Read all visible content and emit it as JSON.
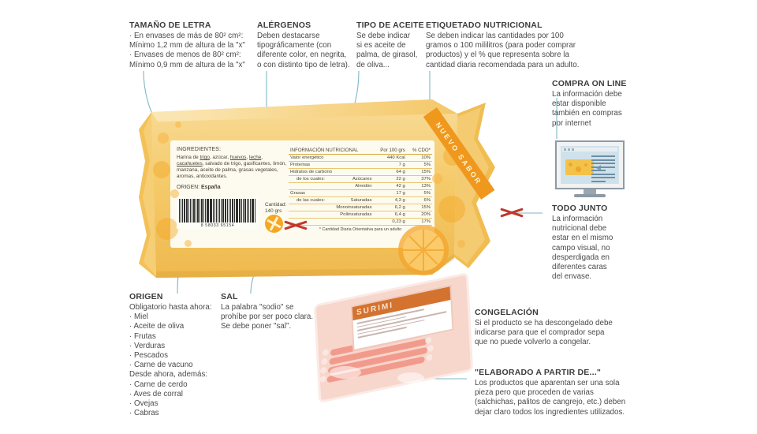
{
  "notes": {
    "tamano_letra": {
      "title": "TAMAÑO DE LETRA",
      "lines": [
        "· En envases de más de 80² cm²:",
        "  Mínimo 1,2 mm de altura de la \"x\"",
        "· Envases de menos de 80² cm²:",
        "  Mínimo 0,9 mm de altura de la \"x\""
      ]
    },
    "alergenos": {
      "title": "ALÉRGENOS",
      "lines": [
        "Deben destacarse",
        "tipográficamente (con",
        "diferente color, en negrita,",
        "o con distinto tipo de letra)."
      ]
    },
    "tipo_aceite": {
      "title": "TIPO DE ACEITE",
      "lines": [
        "Se debe indicar",
        "si es aceite de",
        "palma, de girasol,",
        "de oliva..."
      ]
    },
    "etiquetado_nutricional": {
      "title": "ETIQUETADO NUTRICIONAL",
      "lines": [
        "Se deben indicar las cantidades por 100",
        "gramos o 100 mililitros (para poder comprar",
        "productos) y el % que representa sobre la",
        "cantidad diaria recomendada para un adulto."
      ]
    },
    "compra_on_line": {
      "title": "COMPRA ON LINE",
      "lines": [
        "La información debe",
        "estar disponible",
        "también en compras",
        "por internet"
      ]
    },
    "todo_junto": {
      "title": "TODO JUNTO",
      "lines": [
        "La información",
        "nutricional debe",
        "estar en el mismo",
        "campo visual, no",
        "desperdigada en",
        "diferentes caras",
        "del envase."
      ]
    },
    "origen": {
      "title": "ORIGEN",
      "lines": [
        "Obligatorio hasta ahora:",
        "· Miel",
        "· Aceite de oliva",
        "· Frutas",
        "· Verduras",
        "· Pescados",
        "· Carne de vacuno",
        "Desde ahora, además:",
        "· Carne de cerdo",
        "· Aves de corral",
        "· Ovejas",
        "· Cabras"
      ]
    },
    "sal": {
      "title": "SAL",
      "lines": [
        "La palabra \"sodio\" se",
        "prohíbe por ser poco clara.",
        "Se debe poner \"sal\"."
      ]
    },
    "congelacion": {
      "title": "CONGELACIÓN",
      "lines": [
        "Si el producto se ha descongelado debe",
        "indicarse para que el comprador sepa",
        "que no puede volverlo a congelar."
      ]
    },
    "elaborado": {
      "title": "\"ELABORADO A PARTIR DE...\"",
      "lines": [
        "Los productos que aparentan ser una sola",
        "pieza pero que proceden de varias",
        "(salchichas, palitos de cangrejo, etc.) deben",
        "dejar claro todos los ingredientes utilizados."
      ]
    }
  },
  "package": {
    "ribbon": "NUEVO SABOR",
    "ingredients_heading": "INGREDIENTES:",
    "ingredients_text_parts": [
      "Harina de ",
      "trigo",
      ", azúcar, ",
      "huevos",
      ", ",
      "leche",
      ", ",
      "cacahuetes",
      ", salvado de trigo, gasificantes, limón, manzana, aceite de palma, grasas vegetales, aromas, antioxidantes."
    ],
    "origen_label": "ORIGEN:",
    "origen_value": "España",
    "barcode_number": "8 58033 65154",
    "cantidad_label": "Cantidad:",
    "cantidad_value": "140 grs"
  },
  "nutrition": {
    "title": "INFORMACIÓN NUTRICIONAL",
    "col_amount": "Por 100 grs",
    "col_pct": "% CDO*",
    "rows": [
      {
        "label": "Valor energético",
        "indent": 0,
        "sub": "",
        "amount": "440 Kcal",
        "pct": "10%"
      },
      {
        "label": "Proteínas",
        "indent": 0,
        "sub": "",
        "amount": "7 g",
        "pct": "5%"
      },
      {
        "label": "Hidratos de carbono",
        "indent": 0,
        "sub": "",
        "amount": "64 g",
        "pct": "15%"
      },
      {
        "label": "de los cuales:",
        "indent": 1,
        "sub": "Azúcares",
        "amount": "22 g",
        "pct": "37%"
      },
      {
        "label": "",
        "indent": 1,
        "sub": "Almidón",
        "amount": "42 g",
        "pct": "13%"
      },
      {
        "label": "Grasas",
        "indent": 0,
        "sub": "",
        "amount": "17 g",
        "pct": "5%"
      },
      {
        "label": "de las cuales:",
        "indent": 1,
        "sub": "Saturadas",
        "amount": "4,3 g",
        "pct": "6%"
      },
      {
        "label": "",
        "indent": 1,
        "sub": "Monoinsaturadas",
        "amount": "6,2 g",
        "pct": "15%"
      },
      {
        "label": "",
        "indent": 1,
        "sub": "Poliinsaturadas",
        "amount": "6,4 g",
        "pct": "20%"
      },
      {
        "label": "",
        "indent": 1,
        "sub": "",
        "amount": "0,23 g",
        "pct": "17%"
      }
    ],
    "footnote": "* Cantidad Diaria Orientativa para un adulto"
  },
  "surimi": {
    "brand": "SURIMI"
  },
  "colors": {
    "package_body": "#f5cb6b",
    "package_light": "#fbe6ae",
    "accent_orange": "#f0981d",
    "connector": "#7fb7c4",
    "x_red": "#c0392b",
    "text": "#3c3c3c"
  }
}
